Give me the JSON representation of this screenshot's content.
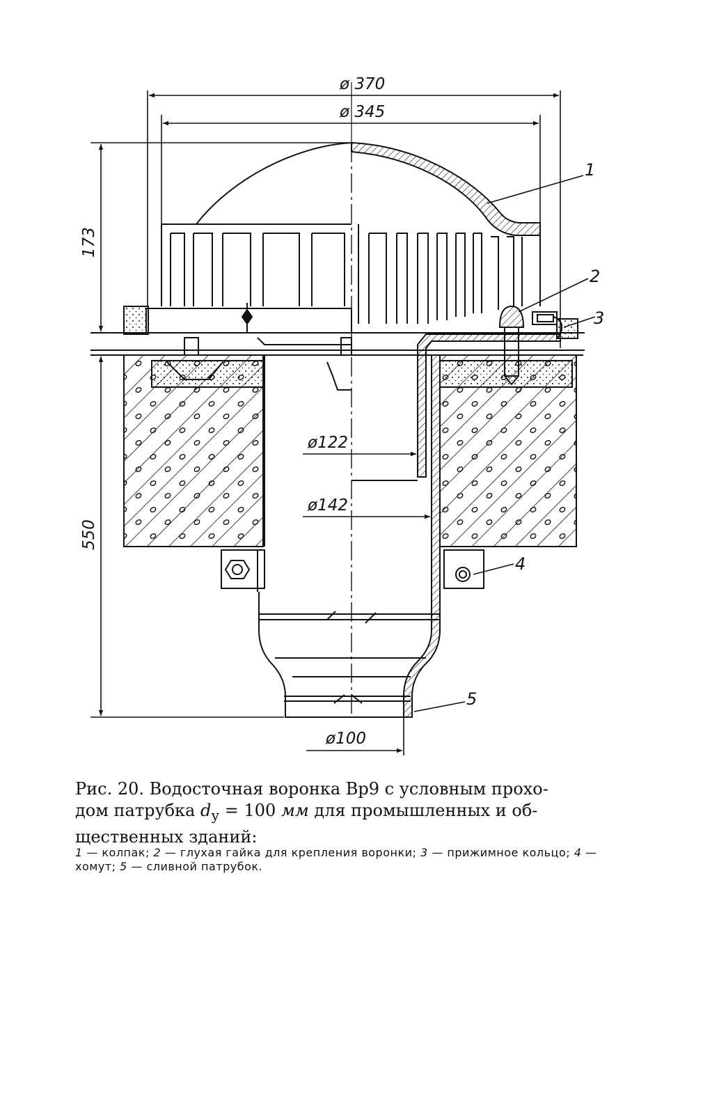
{
  "dimensions": {
    "d370": "ø 370",
    "d345": "ø 345",
    "h173": "173",
    "h550": "550",
    "d122": "ø122",
    "d142": "ø142",
    "d100": "ø100"
  },
  "leaders": [
    "1",
    "2",
    "3",
    "4",
    "5"
  ],
  "caption": {
    "line1": "Рис. 20. Водосточная воронка Вр9 с условным прохо-",
    "line2_a": "дом патрубка ",
    "line2_d": "d",
    "line2_sub": "у",
    "line2_b": " = 100 ",
    "line2_unit": "мм",
    "line2_c": " для промышленных и об-",
    "line3": "щественных зданий:"
  },
  "legend": [
    {
      "num": "1",
      "text": " — колпак; "
    },
    {
      "num": "2",
      "text": " — глухая гайка для крепления воронки; "
    },
    {
      "num": "3",
      "text": " — прижимное кольцо; "
    },
    {
      "num": "4",
      "text": " — хомут; "
    },
    {
      "num": "5",
      "text": " — сливной патрубок."
    }
  ]
}
